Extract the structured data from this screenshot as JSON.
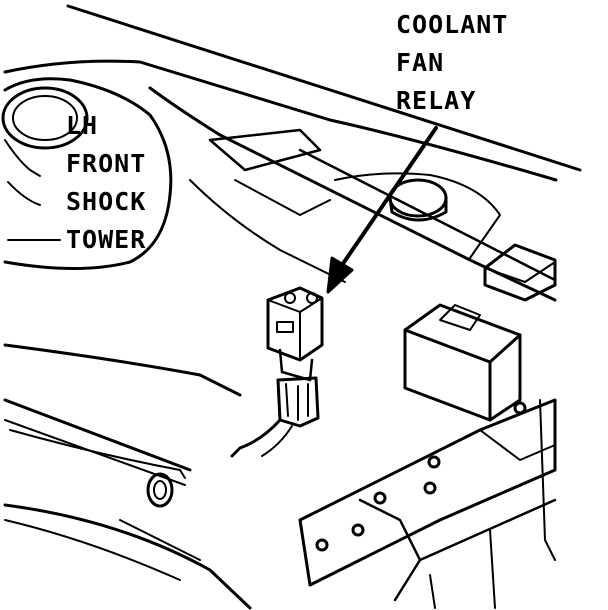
{
  "callouts": {
    "relay": {
      "lines": [
        "COOLANT",
        "FAN",
        "RELAY"
      ]
    },
    "tower": {
      "lines": [
        "LH",
        "FRONT",
        "SHOCK",
        "TOWER"
      ]
    }
  },
  "colors": {
    "ink": "#000000",
    "paper": "#ffffff"
  }
}
